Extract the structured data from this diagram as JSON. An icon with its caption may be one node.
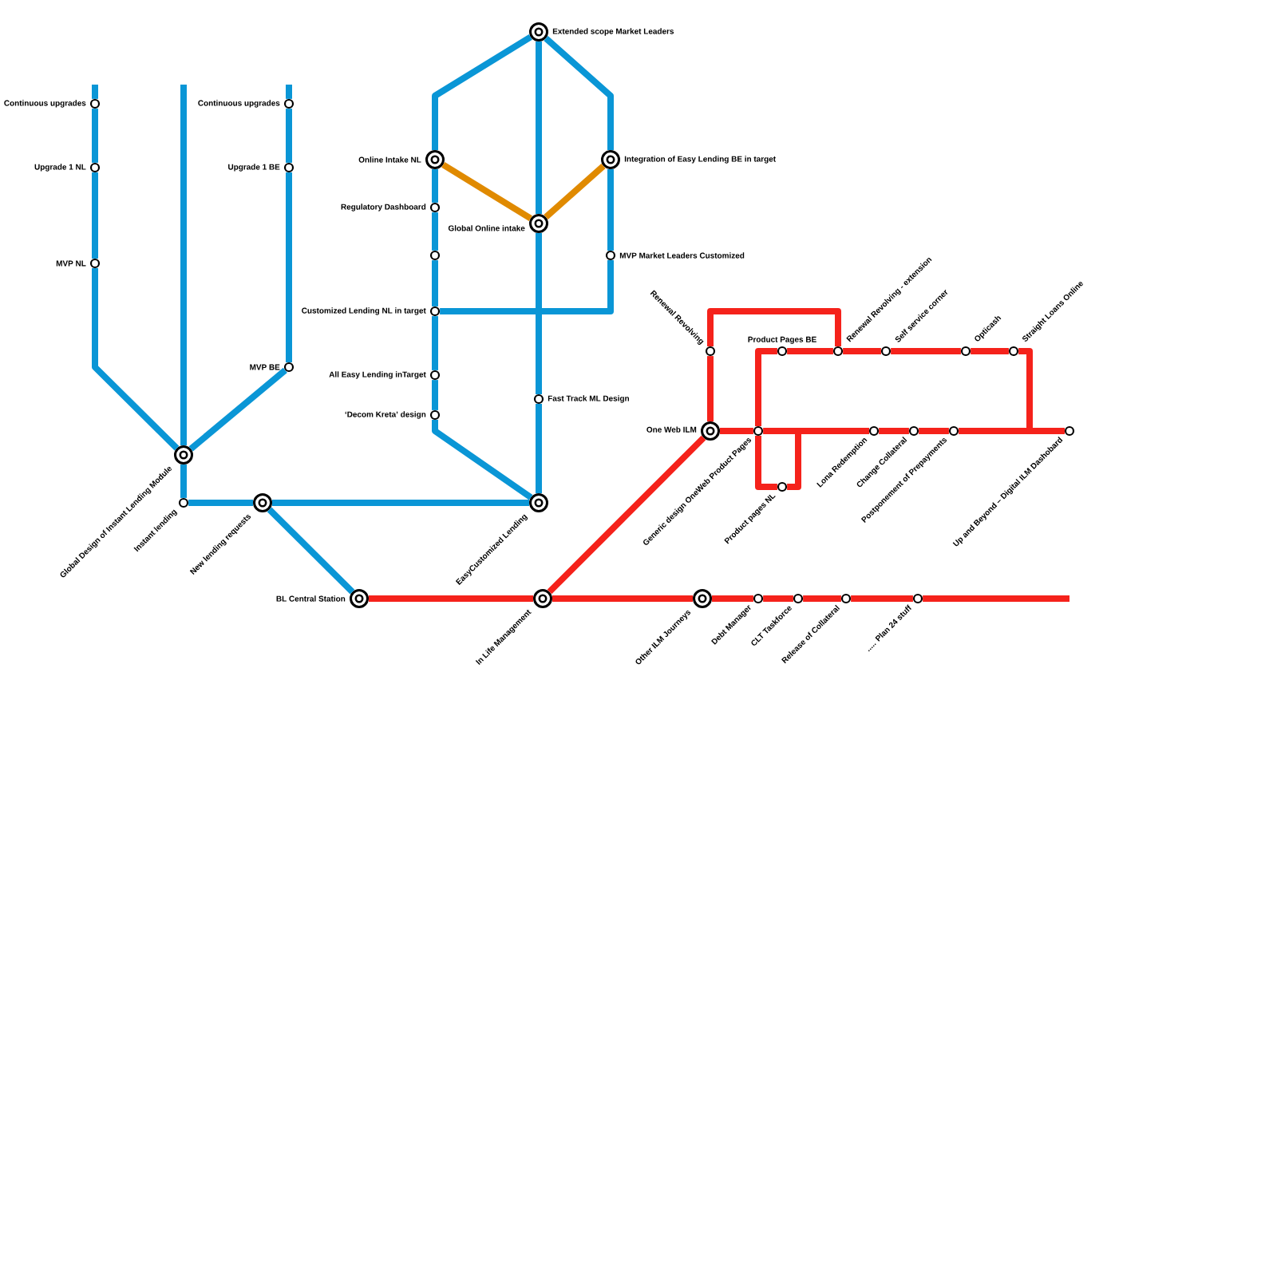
{
  "diagram": {
    "nodes": [
      {
        "text": [
          "Continuous upgrades"
        ]
      },
      {
        "text": [
          "Upgrade 1 NL"
        ]
      },
      {
        "text": [
          "MVP NL"
        ]
      },
      {
        "text": [
          "Continuous upgrades"
        ]
      },
      {
        "text": [
          "Upgrade 1 BE"
        ]
      },
      {
        "text": [
          "MVP BE"
        ]
      },
      {
        "text": [
          "Global Design of Instant Lending Module"
        ]
      },
      {
        "text": [
          "Instant lending"
        ]
      },
      {
        "text": [
          "New lending requests"
        ]
      },
      {
        "text": [
          "Extended scope Market Leaders"
        ]
      },
      {
        "text": [
          "Online Intake NL"
        ]
      },
      {
        "text": [
          "Integration of Easy Lending BE in target"
        ]
      },
      {
        "text": [
          "Regulatory Dashboard"
        ]
      },
      {
        "text": [
          "Global Online intake"
        ]
      },
      {
        "text": [],
        "shape": "circle"
      },
      {
        "text": [
          "MVP Market Leaders Customized"
        ]
      },
      {
        "text": [
          "Customized Lending NL in target"
        ]
      },
      {
        "text": [
          "All Easy Lending inTarget"
        ]
      },
      {
        "text": [
          "Fast Track ML Design"
        ]
      },
      {
        "text": [
          "‘Decom Kreta’ design"
        ]
      },
      {
        "text": [
          "EasyCustomized Lending"
        ]
      },
      {
        "text": [
          "BL Central Station"
        ]
      },
      {
        "text": [
          "In Life Management"
        ]
      },
      {
        "text": [
          "Other ILM Journeys"
        ]
      },
      {
        "text": [
          "Debt Manager"
        ]
      },
      {
        "text": [
          "CLT Taskforce"
        ]
      },
      {
        "text": [
          "Release of Collateral"
        ]
      },
      {
        "text": [
          "..... Plan 24 stuff"
        ]
      },
      {
        "text": [
          "One Web ILM"
        ]
      },
      {
        "text": [
          "Renewal Revolving"
        ]
      },
      {
        "text": [
          "Generic design OneWeb Product Pages"
        ]
      },
      {
        "text": [
          "Product Pages BE"
        ]
      },
      {
        "text": [
          "Renewal Revolving - extension"
        ]
      },
      {
        "text": [
          "Self service corner"
        ]
      },
      {
        "text": [
          "Opticash"
        ]
      },
      {
        "text": [
          "Straight Loans Online"
        ]
      },
      {
        "text": [
          "Product pages NL"
        ]
      },
      {
        "text": [
          "Lona Redemption"
        ]
      },
      {
        "text": [
          "Change Collateral"
        ]
      },
      {
        "text": [
          "Postponement of Prepayments"
        ]
      },
      {
        "text": [
          "Up and Beyond – Digital ILM Dashobard"
        ]
      }
    ],
    "edges": [
      {
        "from": 0,
        "to": null,
        "arrow": "none"
      },
      {
        "from": 0,
        "to": 1,
        "arrow": "none"
      },
      {
        "from": 1,
        "to": 2,
        "arrow": "none"
      },
      {
        "from": 2,
        "to": 6,
        "arrow": "none"
      },
      {
        "from": 6,
        "to": null,
        "arrow": "none"
      },
      {
        "from": 3,
        "to": null,
        "arrow": "none"
      },
      {
        "from": 3,
        "to": 4,
        "arrow": "none"
      },
      {
        "from": 4,
        "to": 5,
        "arrow": "none"
      },
      {
        "from": 5,
        "to": 6,
        "arrow": "none"
      },
      {
        "from": 6,
        "to": 7,
        "arrow": "none"
      },
      {
        "from": 7,
        "to": 8,
        "arrow": "none"
      },
      {
        "from": 8,
        "to": 20,
        "arrow": "none"
      },
      {
        "from": 8,
        "to": 21,
        "arrow": "none"
      },
      {
        "from": 9,
        "to": 10,
        "arrow": "none"
      },
      {
        "from": 10,
        "to": 12,
        "arrow": "none"
      },
      {
        "from": 12,
        "to": 14,
        "arrow": "none"
      },
      {
        "from": 14,
        "to": 16,
        "arrow": "none"
      },
      {
        "from": 16,
        "to": 17,
        "arrow": "none"
      },
      {
        "from": 17,
        "to": 19,
        "arrow": "none"
      },
      {
        "from": 19,
        "to": 20,
        "arrow": "none"
      },
      {
        "from": 9,
        "to": 13,
        "arrow": "none"
      },
      {
        "from": 13,
        "to": 18,
        "arrow": "none"
      },
      {
        "from": 18,
        "to": 20,
        "arrow": "none"
      },
      {
        "from": 9,
        "to": 11,
        "arrow": "none"
      },
      {
        "from": 11,
        "to": 15,
        "arrow": "none"
      },
      {
        "from": 15,
        "to": 16,
        "arrow": "none"
      },
      {
        "from": 10,
        "to": 13,
        "arrow": "none",
        "color": "#e08a00"
      },
      {
        "from": 13,
        "to": 11,
        "arrow": "none",
        "color": "#e08a00"
      },
      {
        "from": 21,
        "to": 22,
        "arrow": "none",
        "color": "#f5221b"
      },
      {
        "from": 22,
        "to": 23,
        "arrow": "none",
        "color": "#f5221b"
      },
      {
        "from": 23,
        "to": 24,
        "arrow": "none",
        "color": "#f5221b"
      },
      {
        "from": 24,
        "to": 25,
        "arrow": "none",
        "color": "#f5221b"
      },
      {
        "from": 25,
        "to": 26,
        "arrow": "none",
        "color": "#f5221b"
      },
      {
        "from": 26,
        "to": 27,
        "arrow": "none",
        "color": "#f5221b"
      },
      {
        "from": 27,
        "to": null,
        "arrow": "none",
        "color": "#f5221b"
      },
      {
        "from": 22,
        "to": 28,
        "arrow": "none",
        "color": "#f5221b"
      },
      {
        "from": 28,
        "to": 29,
        "arrow": "none",
        "color": "#f5221b"
      },
      {
        "from": 29,
        "to": 32,
        "arrow": "none",
        "color": "#f5221b"
      },
      {
        "from": 28,
        "to": 30,
        "arrow": "none",
        "color": "#f5221b"
      },
      {
        "from": 30,
        "to": 37,
        "arrow": "none",
        "color": "#f5221b"
      },
      {
        "from": 37,
        "to": 38,
        "arrow": "none",
        "color": "#f5221b"
      },
      {
        "from": 38,
        "to": 39,
        "arrow": "none",
        "color": "#f5221b"
      },
      {
        "from": 39,
        "to": 40,
        "arrow": "none",
        "color": "#f5221b"
      },
      {
        "from": 30,
        "to": 31,
        "arrow": "none",
        "color": "#f5221b"
      },
      {
        "from": 31,
        "to": 32,
        "arrow": "none",
        "color": "#f5221b"
      },
      {
        "from": 32,
        "to": 33,
        "arrow": "none",
        "color": "#f5221b"
      },
      {
        "from": 33,
        "to": 34,
        "arrow": "none",
        "color": "#f5221b"
      },
      {
        "from": 34,
        "to": 35,
        "arrow": "none",
        "color": "#f5221b"
      },
      {
        "from": 35,
        "to": 40,
        "arrow": "none",
        "color": "#f5221b"
      },
      {
        "from": 30,
        "to": 36,
        "arrow": "none",
        "color": "#f5221b"
      },
      {
        "from": 36,
        "to": 37,
        "arrow": "none",
        "color": "#f5221b"
      }
    ]
  }
}
